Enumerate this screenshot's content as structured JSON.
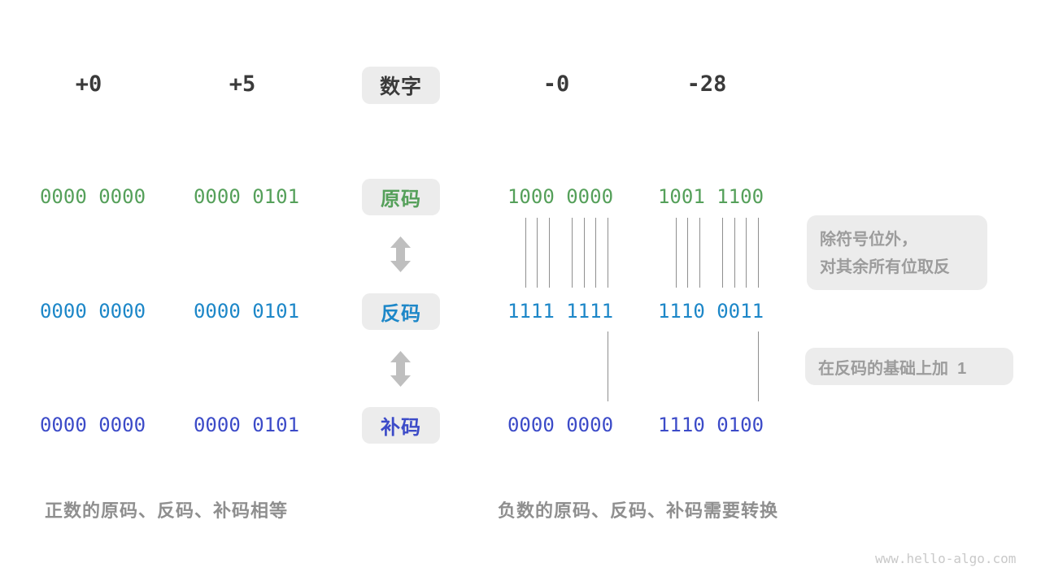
{
  "colors": {
    "sign_magnitude_green": "#55a05a",
    "ones_complement_blue": "#1d87c8",
    "twos_complement_indigo": "#3c4bc8",
    "heading_dark": "#3a3a3a",
    "chip_background": "#ececec",
    "annotation_gray": "#9c9c9c",
    "caption_gray": "#8f8f8f",
    "connector_line": "#8f8f8f",
    "arrow_gray": "#bfbfbf",
    "watermark_gray": "#c9c9c9"
  },
  "header": {
    "label": "数字",
    "numbers": [
      "+0",
      "+5",
      "-0",
      "-28"
    ]
  },
  "rows": {
    "sign": {
      "label": "原码",
      "values": [
        "0000 0000",
        "0000 0101",
        "1000 0000",
        "1001 1100"
      ]
    },
    "ones": {
      "label": "反码",
      "values": [
        "0000 0000",
        "0000 0101",
        "1111 1111",
        "1110 0011"
      ]
    },
    "twos": {
      "label": "补码",
      "values": [
        "0000 0000",
        "0000 0101",
        "0000 0000",
        "1110 0100"
      ]
    }
  },
  "annotations": {
    "invert_line1": "除符号位外，",
    "invert_line2": "对其余所有位取反",
    "add_one": "在反码的基础上加  1"
  },
  "captions": {
    "positive": "正数的原码、反码、补码相等",
    "negative": "负数的原码、反码、补码需要转换"
  },
  "watermark": "www.hello-algo.com"
}
